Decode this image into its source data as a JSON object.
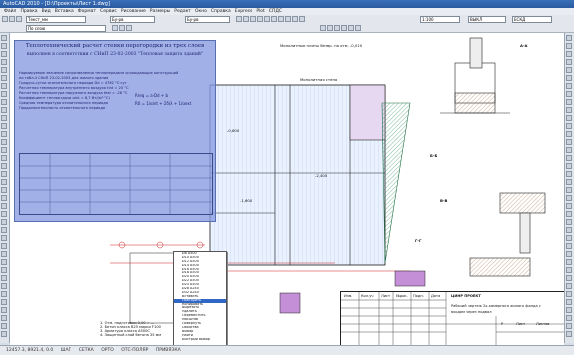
{
  "titlebar": {
    "text": "AutoCAD 2010 - [D:\\Проекты\\Лист 1.dwg]"
  },
  "menu": [
    "Файл",
    "Правка",
    "Вид",
    "Вставка",
    "Формат",
    "Сервис",
    "Рисование",
    "Размеры",
    "Редакт",
    "Окно",
    "Справка",
    "Express",
    "Plot",
    "СПДС"
  ],
  "toolbar": {
    "layer_combo": "Текст_мм",
    "linetype_combo": "Бу-рв",
    "lineweight_combo": "Бу-рв",
    "color_combo": "По слою",
    "scale_combo": "1:100",
    "plot_combo": "ВЫКЛ",
    "style_combo": "ЕСКД"
  },
  "overlay": {
    "title_line1": "Теплотехнический расчет стенки перегородки из трех слоев",
    "title_line2": "выполнен в соответствии с СНиП 23-02-2003 \"Тепловая защита зданий\"",
    "lines": [
      "Нормируемое значение сопротивления теплопередаче ограждающих конструкций",
      "по табл.4 СНиП 23-02-2003 для жилого здания",
      "Градусо-сутки отопительного периода Dd = 4762 °С·сут",
      "Расчетная температура внутреннего воздуха tint = 20 °С",
      "Расчетная температура наружного воздуха text = -26 °С",
      "Коэффициент теплоотдачи αint = 8,7 Вт/(м²·°С)",
      "Средняя температура отопительного периода",
      "Продолжительность отопительного периода"
    ],
    "formula1": "Rreq = a·Dd + b",
    "formula2": "R0 = 1/αint + Σδ/λ + 1/αext"
  },
  "drawing": {
    "label_top": "Монолитные плиты безвр. на отм. -0,010",
    "label_left": "Монолитная стена",
    "elev_1": "-0,600",
    "elev_2": "-1,600",
    "elev_3": "-2,400",
    "section_a": "А-А",
    "section_b": "Б-Б",
    "section_c": "В-В",
    "section_d": "Г-Г",
    "notes": [
      "1. Отм. подготовки 0,00 = ...",
      "2. Бетон класса В25 марки F100",
      "3. Арматура класса А500С",
      "4. Защитный слой бетона 35 мм"
    ]
  },
  "context_menu": {
    "items": [
      "Ø8 А500",
      "Ø10 А500",
      "Ø12 А500",
      "Ø14 А500",
      "Ø16 А500",
      "Ø18 А500",
      "Ø20 А500",
      "Ø22 А500",
      "Ø25 А500",
      "Ø28 А240",
      "Ø32 А240",
      "Вставить",
      "Повторить",
      "Копировать",
      "Вырезать",
      "Удалить",
      "Переместить",
      "Масштаб",
      "Повернуть",
      "Свойства",
      "Выбор",
      "Найти",
      "Быстрый выбор"
    ],
    "selected_index": 12
  },
  "titleblock": {
    "col1": "Изм.",
    "col2": "Кол.уч",
    "col3": "Лист",
    "col4": "№док.",
    "col5": "Подп.",
    "col6": "Дата",
    "project": "ЦИНР ПРОЕКТ",
    "sheet_label": "Лист",
    "sheets_label": "Листов",
    "stage": "Р",
    "desc1": "Рабочий чертеж 2х-камерного жилого фонда с",
    "desc2": "входом через подвал"
  },
  "status": {
    "coords": "12457.3, 8921.4, 0.0",
    "mode1": "ШАГ",
    "mode2": "СЕТКА",
    "mode3": "ОРТО",
    "mode4": "ОТС-ПОЛЯР",
    "mode5": "ПРИВЯЗКА"
  }
}
